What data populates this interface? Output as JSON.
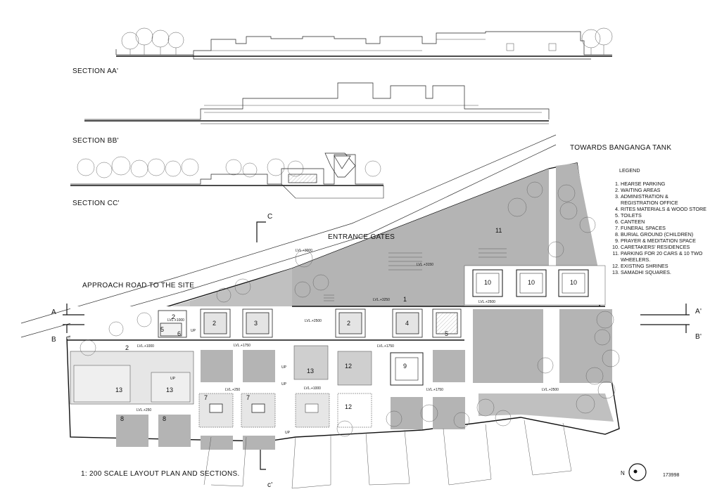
{
  "sections": {
    "aa": "SECTION AA'",
    "bb": "SECTION BB'",
    "cc": "SECTION CC'"
  },
  "labels": {
    "towards": "TOWARDS BANGANGA TANK",
    "entrance": "ENTRANCE GATES",
    "approach": "APPROACH ROAD TO THE SITE",
    "scale": "1: 200 SCALE LAYOUT PLAN AND SECTIONS.",
    "sheet_number": "173998",
    "north": "N"
  },
  "section_markers": {
    "a": "A",
    "a_prime": "A'",
    "b": "B",
    "b_prime": "B'",
    "c": "C",
    "c_prime": "c'"
  },
  "levels": {
    "lvl_3000": "LVL.+3000",
    "lvl_3150": "LVL.+3150",
    "lvl_3250": "LVL.+3250",
    "lvl_2500_a": "LVL.+2500",
    "lvl_2500_b": "LVL.+2500",
    "lvl_2500_c": "LVL.+2500",
    "lvl_1000_a": "LVL.+1000",
    "lvl_1000_b": "LVL.+1000",
    "lvl_1000_c": "LVL.+1000",
    "lvl_1750_a": "LVL.+1750",
    "lvl_1750_b": "LVL.+1750",
    "lvl_1750_c": "LVL.+1750",
    "lvl_250_a": "LVL.+250",
    "lvl_250_b": "LVL.+250"
  },
  "up": "UP",
  "legend": {
    "title": "LEGEND",
    "items": [
      "HEARSE PARKING",
      "WAITING AREAS",
      "ADMINISTRATION & REGISTRATION OFFICE",
      "RITES MATERIALS & WOOD STORE",
      "TOILETS",
      "CANTEEN",
      "FUNERAL SPACES",
      "BURIAL GROUND (CHILDREN)",
      "PRAYER & MEDITATION SPACE",
      "CARETAKERS' RESIDENCES",
      "PARKING FOR 20 CARS & 10 TWO WHEELERS.",
      "EXISTING SHRINES",
      "SAMADHI SQUARES."
    ]
  },
  "room_numbers": {
    "r1": "1",
    "r2a": "2",
    "r2b": "2",
    "r2c": "2",
    "r2d": "2",
    "r3": "3",
    "r4": "4",
    "r5a": "5",
    "r5b": "5",
    "r6": "6",
    "r7a": "7",
    "r7b": "7",
    "r8a": "8",
    "r8b": "8",
    "r9": "9",
    "r10a": "10",
    "r10b": "10",
    "r10c": "10",
    "r11": "11",
    "r12a": "12",
    "r12b": "12",
    "r13a": "13",
    "r13b": "13",
    "r13c": "13"
  },
  "colors": {
    "ink": "#111111",
    "fill_dark": "#b4b4b4",
    "fill_mid": "#cfcfcf",
    "fill_light": "#e6e6e6",
    "paper": "#ffffff"
  }
}
